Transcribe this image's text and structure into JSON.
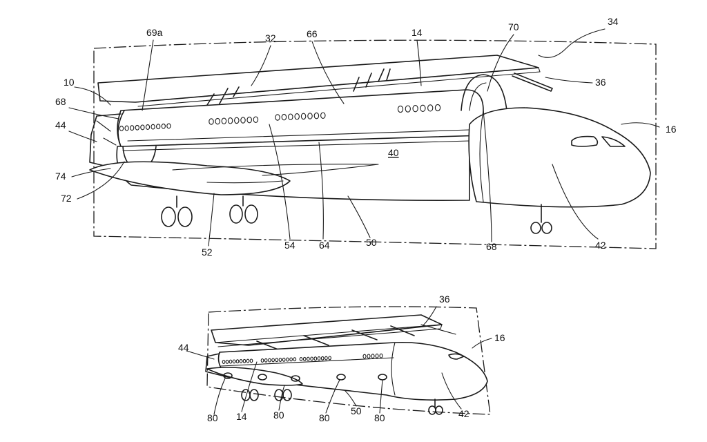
{
  "figure_top": {
    "labels": {
      "l69a": "69a",
      "l32": "32",
      "l66": "66",
      "l14": "14",
      "l70": "70",
      "l34": "34",
      "l36": "36",
      "l10": "10",
      "l68a": "68",
      "l16": "16",
      "l44": "44",
      "l40": "40",
      "l74": "74",
      "l72": "72",
      "l52": "52",
      "l54": "54",
      "l64": "64",
      "l50": "50",
      "l68b": "68",
      "l42": "42"
    }
  },
  "figure_bottom": {
    "labels": {
      "l36": "36",
      "l44": "44",
      "l16": "16",
      "l80a": "80",
      "l14": "14",
      "l80b": "80",
      "l80c": "80",
      "l50": "50",
      "l80d": "80",
      "l42": "42"
    }
  }
}
